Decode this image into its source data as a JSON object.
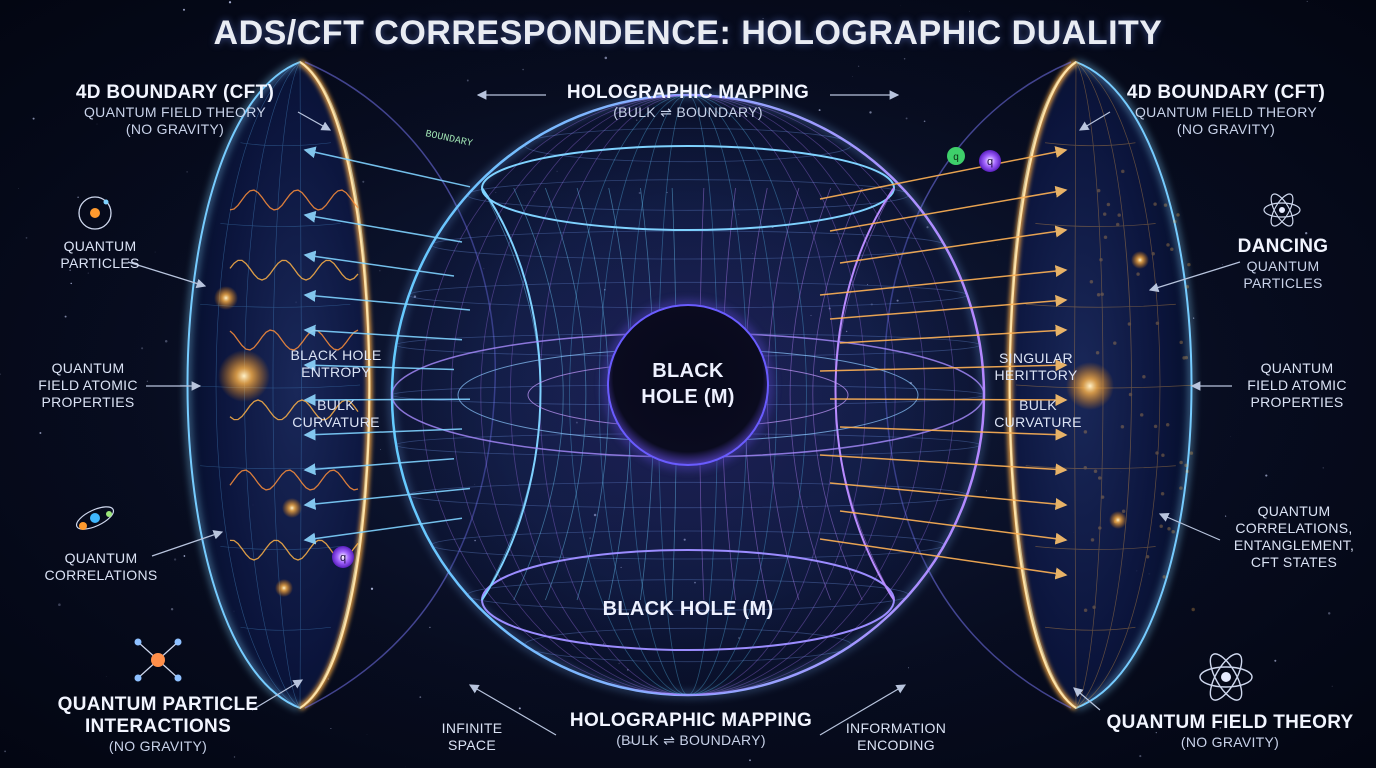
{
  "title": "ADS/CFT CORRESPONDENCE: HOLOGRAPHIC DUALITY",
  "top_mapping": {
    "main": "HOLOGRAPHIC MAPPING",
    "sub": "(BULK ⇌ BOUNDARY)"
  },
  "bottom_mapping": {
    "main": "HOLOGRAPHIC MAPPING",
    "sub": "(BULK ⇌ BOUNDARY)"
  },
  "left": {
    "boundary": {
      "main": "4D BOUNDARY (CFT)",
      "sub1": "QUANTUM FIELD THEORY",
      "sub2": "(NO GRAVITY)"
    },
    "quantum_particles": [
      "QUANTUM",
      "PARTICLES"
    ],
    "field_atomic": [
      "QUANTUM",
      "FIELD ATOMIC",
      "PROPERTIES"
    ],
    "correlations": [
      "QUANTUM",
      "CORRELATIONS"
    ],
    "interactions": {
      "main1": "QUANTUM PARTICLE",
      "main2": "INTERACTIONS",
      "sub": "(NO GRAVITY)"
    }
  },
  "right": {
    "boundary": {
      "main": "4D BOUNDARY (CFT)",
      "sub1": "QUANTUM FIELD THEORY",
      "sub2": "(NO GRAVITY)"
    },
    "dancing": [
      "DANCING",
      "QUANTUM",
      "PARTICLES"
    ],
    "field_atomic": [
      "QUANTUM",
      "FIELD ATOMIC",
      "PROPERTIES"
    ],
    "correlations": [
      "QUANTUM",
      "CORRELATIONS,",
      "ENTANGLEMENT,",
      "CFT STATES"
    ],
    "qft": {
      "main": "QUANTUM FIELD THEORY",
      "sub": "(NO GRAVITY)"
    }
  },
  "inner": {
    "bh_entropy": [
      "BLACK HOLE",
      "ENTROPY"
    ],
    "bulk_curvature_left": [
      "BULK",
      "CURVATURE"
    ],
    "singular": [
      "SINGULAR",
      "HERITTORY"
    ],
    "bulk_curvature_right": [
      "BULK",
      "CURVATURE"
    ],
    "infinite_space": [
      "INFINITE",
      "SPACE"
    ],
    "info_encoding": [
      "INFORMATION",
      "ENCODING"
    ]
  },
  "center": {
    "bh_line1": "BLACK",
    "bh_line2": "HOLE (M)",
    "bh_bottom": "BLACK HOLE (M)"
  },
  "particle_tags": {
    "q": "q",
    "boundary_tag": "BOUNDARY"
  },
  "colors": {
    "background": "#070c1f",
    "left_glow": "#ff9a2e",
    "right_glow": "#ffb347",
    "blue_grid": "#4fc3ff",
    "purple_grid": "#b07cff",
    "arrow_left": "#6fc8ff",
    "arrow_right": "#ffb255"
  }
}
